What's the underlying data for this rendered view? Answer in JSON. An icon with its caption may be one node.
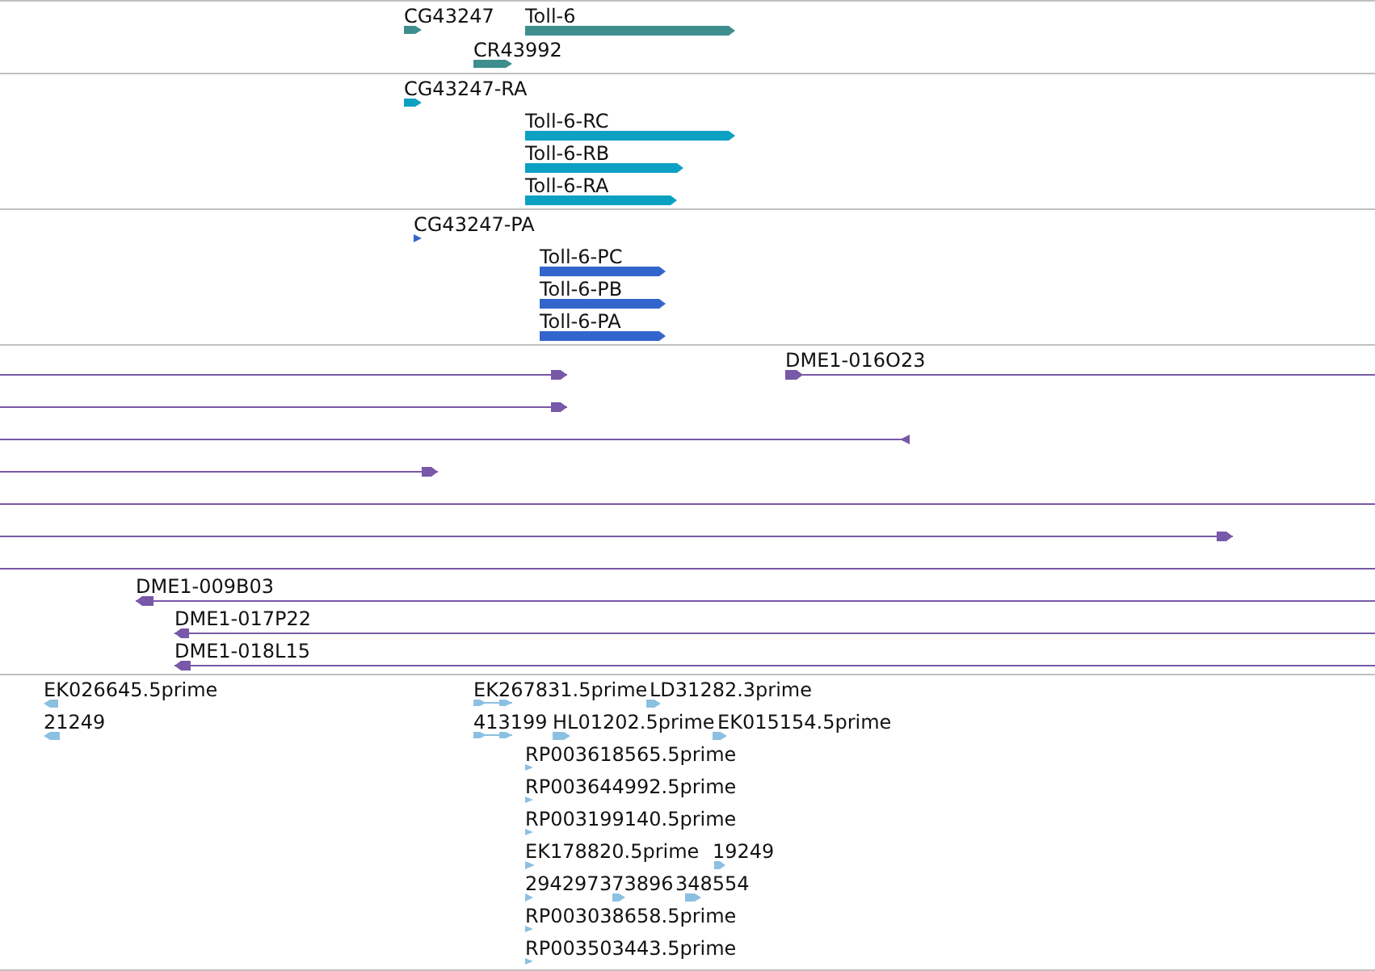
{
  "diagram": {
    "nodes": [
      {
        "text": [],
        "shape": "band"
      },
      {
        "text": [
          "CG43247"
        ],
        "in": 0
      },
      {
        "text": [
          "Toll-6"
        ],
        "in": 0
      },
      {
        "text": [
          "CR43992"
        ],
        "in": 0
      },
      {
        "text": [],
        "shape": "band"
      },
      {
        "text": [
          "CG43247-RA"
        ],
        "in": 4
      },
      {
        "text": [
          "Toll-6-RC"
        ],
        "in": 4
      },
      {
        "text": [
          "Toll-6-RB"
        ],
        "in": 4
      },
      {
        "text": [
          "Toll-6-RA"
        ],
        "in": 4
      },
      {
        "text": [],
        "shape": "band"
      },
      {
        "text": [
          "CG43247-PA"
        ],
        "in": 9
      },
      {
        "text": [
          "Toll-6-PC"
        ],
        "in": 9
      },
      {
        "text": [
          "Toll-6-PB"
        ],
        "in": 9
      },
      {
        "text": [
          "Toll-6-PA"
        ],
        "in": 9
      },
      {
        "text": [],
        "shape": "band"
      },
      {
        "text": [],
        "shape": "line",
        "in": 14
      },
      {
        "text": [
          "DME1-016O23"
        ],
        "in": 14
      },
      {
        "text": [],
        "shape": "line",
        "in": 14
      },
      {
        "text": [],
        "shape": "line",
        "in": 14
      },
      {
        "text": [],
        "shape": "line",
        "in": 14
      },
      {
        "text": [],
        "shape": "line",
        "in": 14
      },
      {
        "text": [],
        "shape": "line",
        "in": 14
      },
      {
        "text": [],
        "shape": "line",
        "in": 14
      },
      {
        "text": [
          "DME1-009B03"
        ],
        "in": 14
      },
      {
        "text": [
          "DME1-017P22"
        ],
        "in": 14
      },
      {
        "text": [
          "DME1-018L15"
        ],
        "in": 14
      },
      {
        "text": [],
        "shape": "band"
      },
      {
        "text": [
          "EK026645.5prime"
        ],
        "in": 26
      },
      {
        "text": [
          "EK267831.5prime"
        ],
        "in": 26
      },
      {
        "text": [
          "LD31282.3prime"
        ],
        "in": 26
      },
      {
        "text": [
          "21249"
        ],
        "in": 26
      },
      {
        "text": [
          "413199"
        ],
        "in": 26
      },
      {
        "text": [
          "HL01202.5prime"
        ],
        "in": 26
      },
      {
        "text": [
          "EK015154.5prime"
        ],
        "in": 26
      },
      {
        "text": [
          "RP003618565.5prime"
        ],
        "in": 26
      },
      {
        "text": [
          "RP003644992.5prime"
        ],
        "in": 26
      },
      {
        "text": [
          "RP003199140.5prime"
        ],
        "in": 26
      },
      {
        "text": [
          "EK178820.5prime"
        ],
        "in": 26
      },
      {
        "text": [
          "19249"
        ],
        "in": 26
      },
      {
        "text": [
          "294297"
        ],
        "in": 26
      },
      {
        "text": [
          "373896"
        ],
        "in": 26
      },
      {
        "text": [
          "348554"
        ],
        "in": 26
      },
      {
        "text": [
          "RP003038658.5prime"
        ],
        "in": 26
      },
      {
        "text": [
          "RP003503443.5prime"
        ],
        "in": 26
      }
    ]
  }
}
